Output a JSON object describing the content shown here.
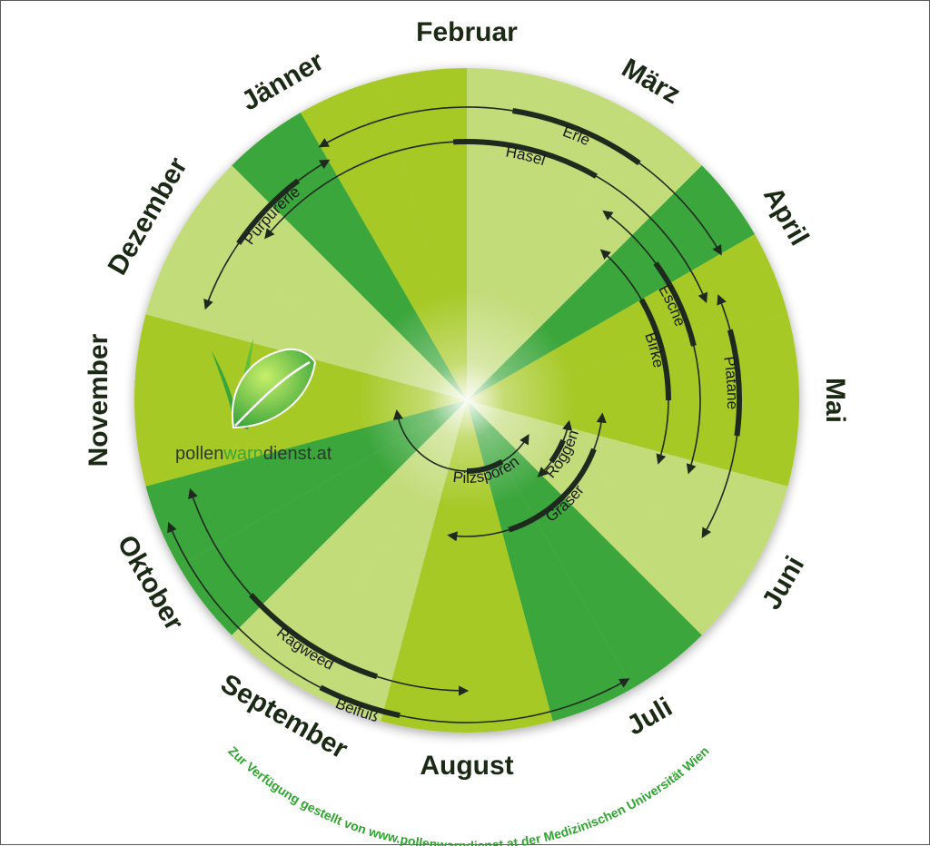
{
  "months": [
    "Jänner",
    "Februar",
    "März",
    "April",
    "Mai",
    "Juni",
    "Juli",
    "August",
    "September",
    "Oktober",
    "November",
    "Dezember"
  ],
  "colors": {
    "light": "#c3dc7a",
    "lime": "#a6c925",
    "dark": "#3aa63a",
    "band": "#1f2a1f",
    "arrow": "#1f2a1f",
    "credit": "#2ea52e"
  },
  "plants": [
    {
      "name": "Erle",
      "season": [
        0.0,
        3.0
      ],
      "peak": [
        1.3,
        2.2
      ]
    },
    {
      "name": "Hasel",
      "season": [
        -0.7,
        3.25
      ],
      "peak": [
        0.9,
        2.0
      ]
    },
    {
      "name": "Purpurerle",
      "season": [
        -1.35,
        0.0
      ],
      "peak": [
        -0.85,
        -0.25
      ]
    },
    {
      "name": "Esche",
      "season": [
        2.2,
        4.6
      ],
      "peak": [
        2.8,
        3.55
      ]
    },
    {
      "name": "Platane",
      "season": [
        3.25,
        5.0
      ],
      "peak": [
        3.5,
        4.25
      ]
    },
    {
      "name": "Birke",
      "season": [
        2.4,
        4.6
      ],
      "peak": [
        3.0,
        4.0
      ]
    },
    {
      "name": "Roggen",
      "season": [
        4.4,
        5.55
      ],
      "peak": [
        4.75,
        5.2
      ]
    },
    {
      "name": "Gräser",
      "season": [
        4.2,
        7.25
      ],
      "peak": [
        4.7,
        6.4
      ]
    },
    {
      "name": "Pilzsporen",
      "season": [
        5.0,
        9.7
      ],
      "peak": [
        6.0,
        7.0
      ]
    },
    {
      "name": "Ragweed",
      "season": [
        7.0,
        9.4
      ],
      "peak": [
        7.6,
        8.6
      ]
    },
    {
      "name": "Beifuß",
      "season": [
        6.0,
        9.25
      ],
      "peak": [
        7.4,
        7.9
      ]
    }
  ],
  "logo": {
    "prefix": "pollen",
    "accent": "warn",
    "suffix": "dienst.at"
  },
  "credit": "Zur Verfügung gestellt von www.pollenwarndienst.at der Medizinischen Universität Wien"
}
